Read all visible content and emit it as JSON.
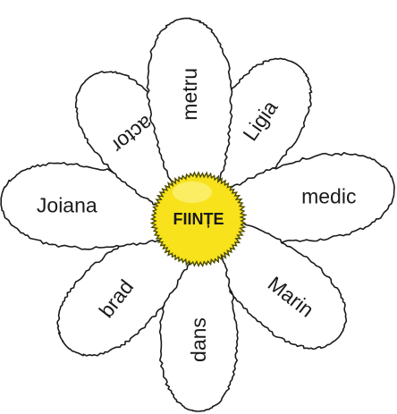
{
  "flower": {
    "center_label": "FIINȚE",
    "center_color": "#f7e21c",
    "center_highlight": "#fff7a0",
    "petals": [
      {
        "label": "Ligia"
      },
      {
        "label": "medic"
      },
      {
        "label": "Marin"
      },
      {
        "label": "dans"
      },
      {
        "label": "brad"
      },
      {
        "label": "Joiana"
      },
      {
        "label": "actor"
      },
      {
        "label": "metru"
      }
    ]
  }
}
